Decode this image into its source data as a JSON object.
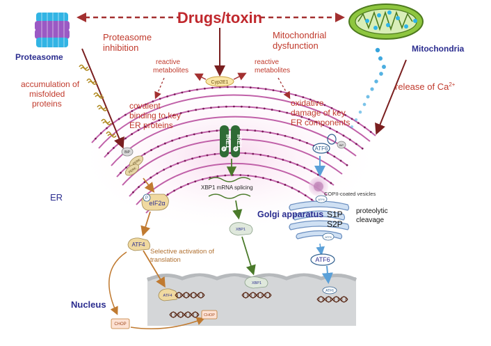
{
  "title": "Drugs/toxin",
  "organelles": {
    "proteasome": "Proteasome",
    "mitochondria": "Mitochondria",
    "er": "ER",
    "golgi": "Golgi apparatus",
    "nucleus": "Nucleus"
  },
  "annotations": {
    "proteasome_inhibition": [
      "Proteasome",
      "inhibition"
    ],
    "mito_dysfunction": [
      "Mitochondrial",
      "dysfunction"
    ],
    "reactive_left": [
      "reactive",
      "metabolites"
    ],
    "reactive_right": [
      "reactive",
      "metabolites"
    ],
    "cyp": "Cyp2E1",
    "misfolded": [
      "accumulation of",
      "misfolded",
      "proteins"
    ],
    "covalent": [
      "covalent",
      "binding to key",
      "ER proteins"
    ],
    "oxidative": [
      "oxidative",
      "damage of key",
      "ER components"
    ],
    "calcium_main": "release of Ca",
    "calcium_sup": "2+"
  },
  "labels": {
    "bip": "BiP",
    "perk": "PERK",
    "ire1": "IRE1",
    "atf6": "ATF6",
    "p": "P",
    "eif2a": "eIF2α",
    "atf4": "ATF4",
    "selective": [
      "Selective activation of",
      "translation"
    ],
    "xbp1_splicing": "XBP1 mRNA splicing",
    "xbp1": "XBP1",
    "copii": "COPII-coated vesicles",
    "s1p": "S1P",
    "s2p": "S2P",
    "proteolytic": [
      "proteolytic",
      "cleavage"
    ],
    "chop": "CHOP"
  },
  "colors": {
    "title_red": "#c0282d",
    "annotation_red": "#c0392b",
    "organelle_blue": "#2b2d8f",
    "er_pink": "#c060a8",
    "arrow_dark": "#7a1f1f",
    "green": "#4a7a2a",
    "orange": "#c07a30",
    "blue_arrow": "#5aa0d8",
    "nucleus_gray": "#d4d6d8"
  }
}
